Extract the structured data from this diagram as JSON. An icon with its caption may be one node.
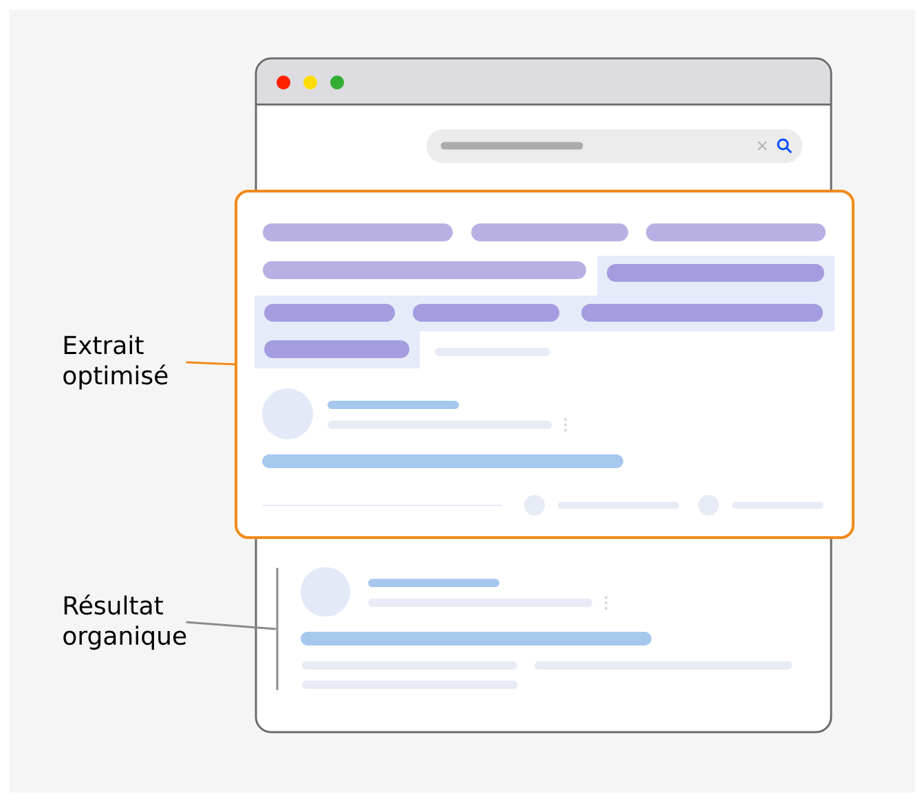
{
  "diagram": {
    "nodes": [
      {
        "text": [
          "Extrait optimisé"
        ]
      },
      {
        "text": [],
        "shape": "box"
      },
      {
        "text": [
          "Résultat organique"
        ]
      },
      {
        "text": [],
        "shape": "bar"
      }
    ],
    "edges": [
      {
        "from": 0,
        "to": 1,
        "arrow": "none",
        "color": "#f28a1a"
      },
      {
        "from": 2,
        "to": 3,
        "arrow": "none",
        "color": "#8a8a8a"
      }
    ]
  }
}
